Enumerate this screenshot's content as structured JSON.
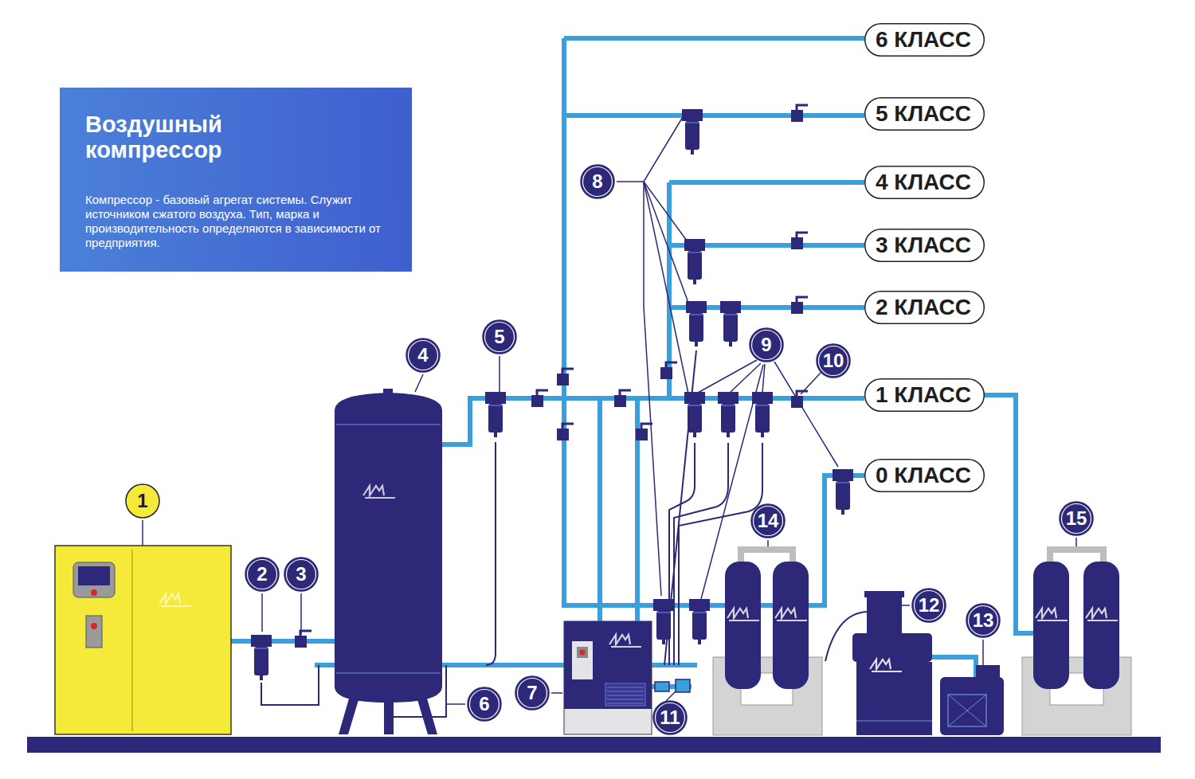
{
  "diagram": {
    "nodes": [
      {
        "text": [
          "Воздушный компрессор",
          "Компрессор - базовый агрегат системы. Служит источником сжатого воздуха. Тип, марка и производительность определяются в зависимости от предприятия."
        ]
      },
      {
        "text": [
          "6 КЛАСС"
        ]
      },
      {
        "text": [
          "5 КЛАСС"
        ]
      },
      {
        "text": [
          "8"
        ]
      },
      {
        "text": [
          "4 КЛАСС"
        ]
      },
      {
        "text": [
          "3 КЛАСС"
        ]
      },
      {
        "text": [
          "2 КЛАСС"
        ]
      },
      {
        "text": [
          "5"
        ]
      },
      {
        "text": [
          "9"
        ]
      },
      {
        "text": [
          "4"
        ]
      },
      {
        "text": [
          "10"
        ]
      },
      {
        "text": [
          "1 КЛАСС"
        ]
      },
      {
        "text": [
          "0 КЛАСС"
        ]
      },
      {
        "text": [
          "1"
        ]
      },
      {
        "text": [
          "15"
        ]
      },
      {
        "text": [
          "14"
        ]
      },
      {
        "text": [
          "2"
        ]
      },
      {
        "text": [
          "3"
        ]
      },
      {
        "text": [
          "12"
        ]
      },
      {
        "text": [
          "13"
        ]
      },
      {
        "text": [
          "7"
        ]
      },
      {
        "text": [
          "6"
        ]
      },
      {
        "text": [
          "11"
        ]
      }
    ]
  }
}
